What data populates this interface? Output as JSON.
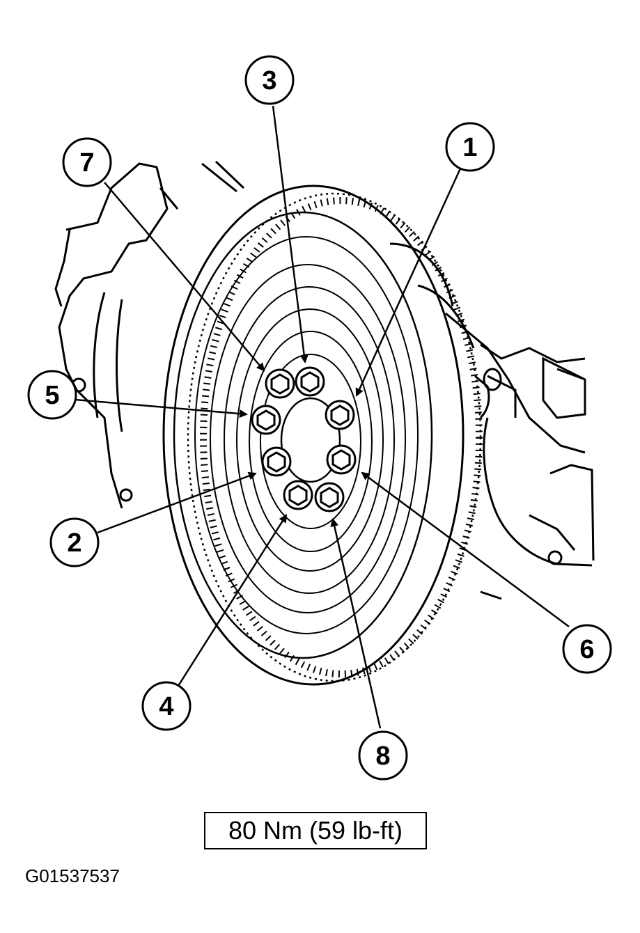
{
  "figure": {
    "torque_spec": "80 Nm (59 lb-ft)",
    "figure_id": "G01537537"
  },
  "callouts": [
    {
      "label": "1",
      "target": "bolt-1"
    },
    {
      "label": "2",
      "target": "bolt-2"
    },
    {
      "label": "3",
      "target": "bolt-3"
    },
    {
      "label": "4",
      "target": "bolt-4"
    },
    {
      "label": "5",
      "target": "bolt-5"
    },
    {
      "label": "6",
      "target": "bolt-6"
    },
    {
      "label": "7",
      "target": "bolt-7"
    },
    {
      "label": "8",
      "target": "bolt-8"
    }
  ],
  "colors": {
    "ink": "#000000",
    "background": "#ffffff"
  }
}
